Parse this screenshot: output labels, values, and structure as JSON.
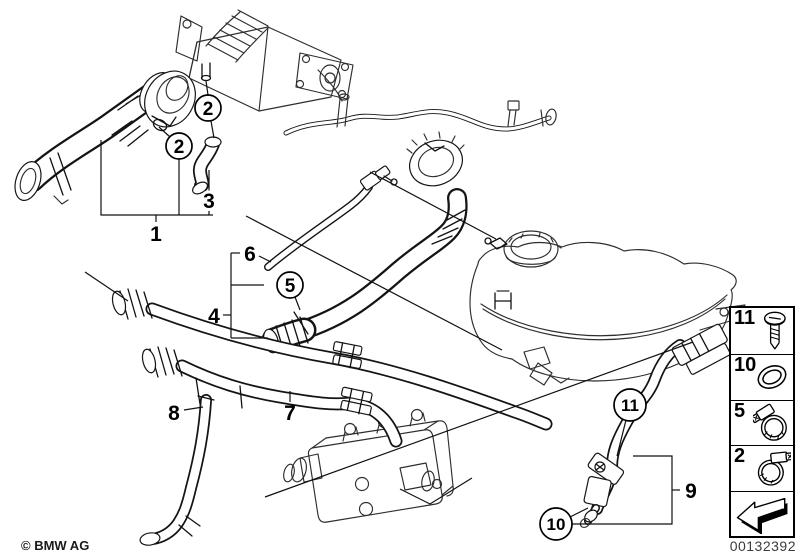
{
  "page": {
    "background": "#ffffff",
    "line_color": "#141414"
  },
  "diagram": {
    "callouts": {
      "c1": "1",
      "c2a": "2",
      "c2b": "2",
      "c3": "3",
      "c4": "4",
      "c5": "5",
      "c6": "6",
      "c7": "7",
      "c8": "8",
      "c9": "9",
      "c10": "10",
      "c11": "11"
    }
  },
  "legend": {
    "items": [
      {
        "number": "11",
        "icon": "screw-icon"
      },
      {
        "number": "10",
        "icon": "o-ring-icon"
      },
      {
        "number": "5",
        "icon": "hose-clamp-icon"
      },
      {
        "number": "2",
        "icon": "hose-clamp-icon"
      },
      {
        "number": "",
        "icon": "direction-arrow-icon"
      }
    ]
  },
  "footer": {
    "copyright": "© BMW AG",
    "image_number": "00132392"
  }
}
